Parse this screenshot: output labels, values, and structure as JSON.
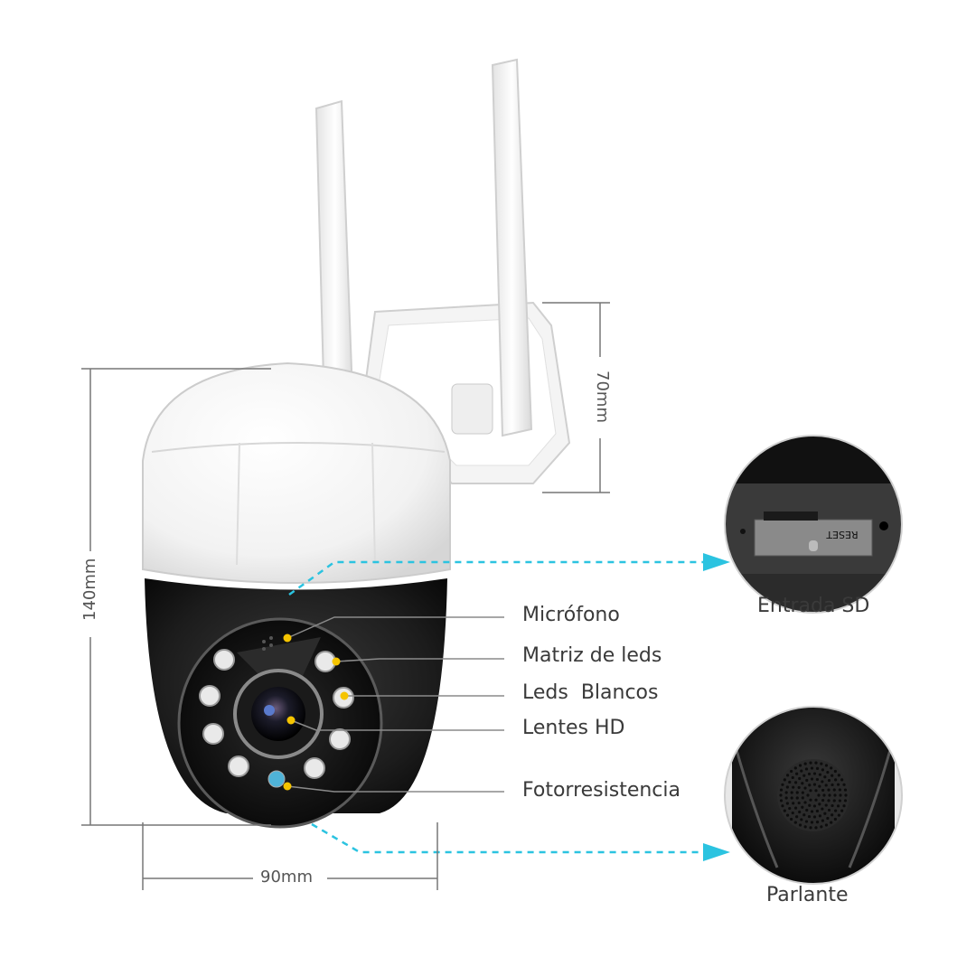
{
  "labels": {
    "microphone": "Micrófono",
    "led_matrix": "Matriz de leds",
    "white_leds": "Leds  Blancos",
    "hd_lens": "Lentes HD",
    "photoresistor": "Fotorresistencia",
    "sd_slot": "Entrada SD",
    "speaker": "Parlante"
  },
  "dimensions": {
    "height": "140mm",
    "width": "90mm",
    "bracket": "70mm"
  },
  "sd_inset": {
    "reset_text": "RESET"
  },
  "colors": {
    "callout_line": "#8a8a8a",
    "dashed_line": "#2bc3e0",
    "dot": "#f5c400",
    "dimension_line": "#777777"
  }
}
